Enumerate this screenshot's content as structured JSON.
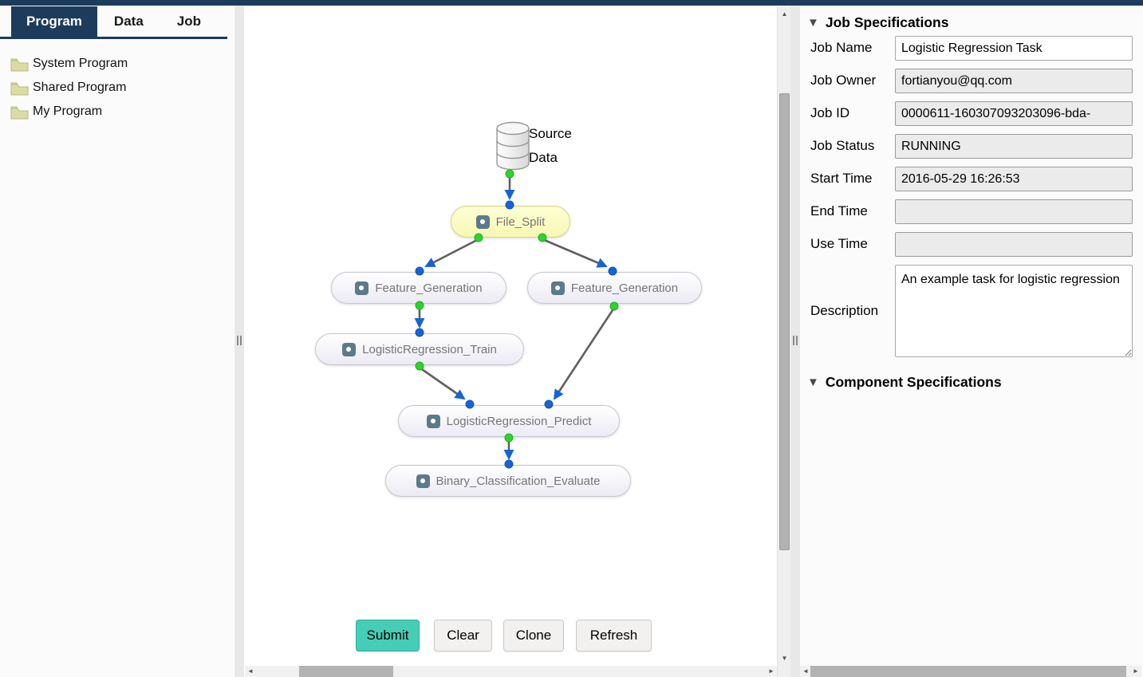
{
  "tabs": [
    {
      "label": "Program",
      "active": true
    },
    {
      "label": "Data",
      "active": false
    },
    {
      "label": "Job",
      "active": false
    }
  ],
  "sidebar": {
    "folders": [
      {
        "label": "System Program"
      },
      {
        "label": "Shared Program"
      },
      {
        "label": "My Program"
      }
    ]
  },
  "canvas": {
    "source": {
      "line1": "Source",
      "line2": "Data"
    },
    "nodes": [
      {
        "label": "File_Split",
        "highlighted": true
      },
      {
        "label": "Feature_Generation"
      },
      {
        "label": "Feature_Generation"
      },
      {
        "label": "LogisticRegression_Train"
      },
      {
        "label": "LogisticRegression_Predict"
      },
      {
        "label": "Binary_Classification_Evaluate"
      }
    ],
    "buttons": [
      {
        "label": "Submit"
      },
      {
        "label": "Clear"
      },
      {
        "label": "Clone"
      },
      {
        "label": "Refresh"
      }
    ]
  },
  "panel": {
    "job_spec_title": "Job Specifications",
    "component_spec_title": "Component Specifications",
    "fields": [
      {
        "label": "Job Name",
        "value": "Logistic Regression Task",
        "editable": true
      },
      {
        "label": "Job Owner",
        "value": "fortianyou@qq.com",
        "editable": false
      },
      {
        "label": "Job ID",
        "value": "0000611-160307093203096-bda-",
        "editable": false
      },
      {
        "label": "Job Status",
        "value": "RUNNING",
        "editable": false
      },
      {
        "label": "Start Time",
        "value": "2016-05-29 16:26:53",
        "editable": false
      },
      {
        "label": "End Time",
        "value": "",
        "editable": false
      },
      {
        "label": "Use Time",
        "value": "",
        "editable": false
      }
    ],
    "description": {
      "label": "Description",
      "value": "An example task for logistic regression"
    }
  },
  "icons": {
    "collapse_triangle": "▼",
    "arrow_up": "▲",
    "arrow_down": "▼",
    "arrow_left": "◄",
    "arrow_right": "►"
  },
  "colors": {
    "navy": "#1d3b5a",
    "teal_submit": "#46cdb6",
    "node_yellow": "#feffd8",
    "port_green": "#2ed32e",
    "port_blue": "#1663d6",
    "status_running": "RUNNING"
  }
}
